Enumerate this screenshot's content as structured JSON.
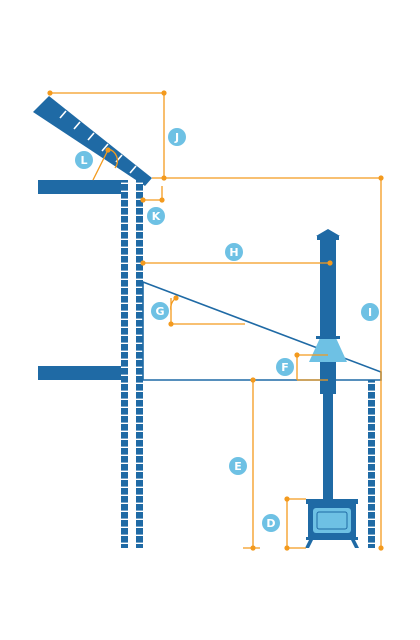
{
  "colors": {
    "structure": "#1f6aa5",
    "dimension": "#f39a1e",
    "badge": "#6ec1e4",
    "glass": "#6ec1e4",
    "background": "#ffffff"
  },
  "labels": {
    "D": "D",
    "E": "E",
    "F": "F",
    "G": "G",
    "H": "H",
    "I": "I",
    "J": "J",
    "K": "K",
    "L": "L"
  },
  "icons": {
    "stove": "wood-burning-stove-icon",
    "flue_terminal": "chimney-cowl-icon"
  }
}
